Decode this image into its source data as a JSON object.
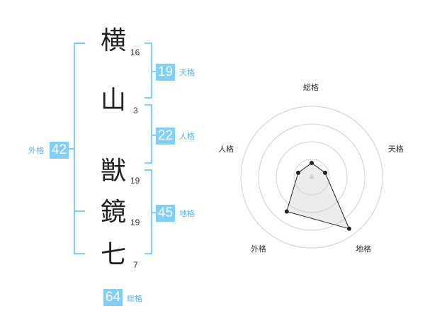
{
  "name": {
    "chars": [
      {
        "char": "横",
        "strokes": "16"
      },
      {
        "char": "山",
        "strokes": "3"
      },
      {
        "char": "獣",
        "strokes": "19"
      },
      {
        "char": "鏡",
        "strokes": "19"
      },
      {
        "char": "七",
        "strokes": "7"
      }
    ]
  },
  "kakusu": {
    "tenkaku": {
      "value": "19",
      "label": "天格"
    },
    "jinkaku": {
      "value": "22",
      "label": "人格"
    },
    "chikaku": {
      "value": "45",
      "label": "地格"
    },
    "gaikaku": {
      "value": "42",
      "label": "外格"
    },
    "soukaku": {
      "value": "64",
      "label": "総格"
    }
  },
  "colors": {
    "accent": "#7fcff8",
    "bracket": "#7fcff8",
    "label": "#5fb4e6",
    "fill": "#ececec"
  },
  "chart_data": {
    "type": "radar",
    "axes": [
      "総格",
      "天格",
      "地格",
      "外格",
      "人格"
    ],
    "values": [
      0.2,
      0.2,
      0.9,
      0.6,
      0.2
    ],
    "max": 1,
    "rings": 4
  }
}
